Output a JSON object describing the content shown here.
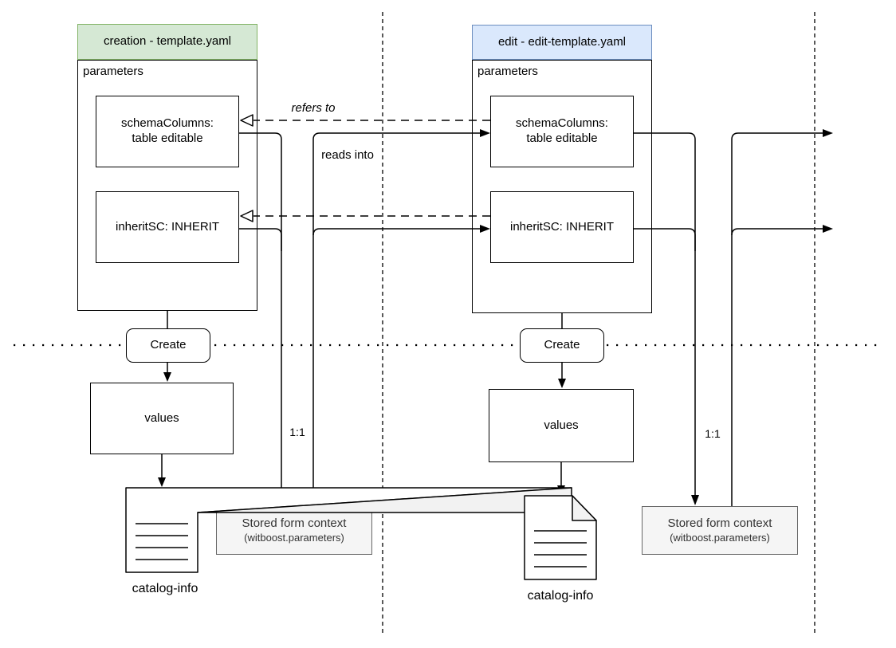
{
  "diagram": {
    "creation": {
      "header": "creation - template.yaml",
      "parameters": "parameters",
      "schema_columns": "schemaColumns:\ntable editable",
      "inherit_sc": "inheritSC: INHERIT",
      "create": "Create",
      "values": "values",
      "catalog_info": "catalog-info",
      "stored_context_title": "Stored form context",
      "stored_context_subtitle": "(witboost.parameters)",
      "ratio": "1:1"
    },
    "edit": {
      "header": "edit - edit-template.yaml",
      "parameters": "parameters",
      "schema_columns": "schemaColumns:\ntable editable",
      "inherit_sc": "inheritSC: INHERIT",
      "create": "Create",
      "values": "values",
      "catalog_info": "catalog-info",
      "stored_context_title": "Stored form context",
      "stored_context_subtitle": "(witboost.parameters)",
      "ratio": "1:1"
    },
    "labels": {
      "refers_to": "refers to",
      "reads_into": "reads into"
    },
    "colors": {
      "creation_header_fill": "#d5e8d4",
      "creation_header_stroke": "#82b366",
      "edit_header_fill": "#dae8fc",
      "edit_header_stroke": "#6c8ebf",
      "context_fill": "#f5f5f5",
      "context_stroke": "#666666",
      "context_text": "#333333",
      "line": "#000000",
      "fold_fill": "#f2f2f2"
    }
  }
}
